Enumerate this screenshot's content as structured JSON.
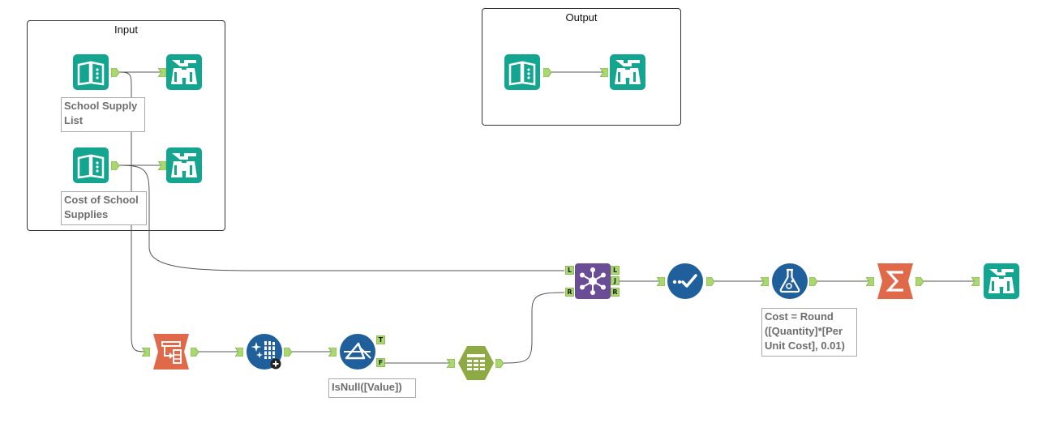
{
  "containers": {
    "input_title": "Input",
    "output_title": "Output"
  },
  "annotations": {
    "school_supply_list": "School Supply\nList",
    "cost_of_school_supplies": "Cost of School\nSupplies",
    "filter_expression": "IsNull([Value])",
    "formula_expression": "Cost = Round\n([Quantity]*[Per\nUnit Cost], 0.01)"
  },
  "anchor_labels": {
    "filter_true": "T",
    "filter_false": "F",
    "join_left_in": "L",
    "join_right_in": "R",
    "join_left_out": "L",
    "join_join_out": "J",
    "join_right_out": "R"
  },
  "tools": [
    {
      "id": "input-1",
      "icon": "input-data-icon"
    },
    {
      "id": "browse-1",
      "icon": "browse-icon"
    },
    {
      "id": "input-2",
      "icon": "input-data-icon"
    },
    {
      "id": "browse-2",
      "icon": "browse-icon"
    },
    {
      "id": "output-input",
      "icon": "input-data-icon"
    },
    {
      "id": "output-browse",
      "icon": "browse-icon"
    },
    {
      "id": "transpose",
      "icon": "transpose-icon"
    },
    {
      "id": "multi-row",
      "icon": "multi-row-formula-icon"
    },
    {
      "id": "filter",
      "icon": "filter-icon"
    },
    {
      "id": "select",
      "icon": "select-icon"
    },
    {
      "id": "join",
      "icon": "join-icon"
    },
    {
      "id": "check",
      "icon": "record-check-icon"
    },
    {
      "id": "formula",
      "icon": "formula-icon"
    },
    {
      "id": "summarize",
      "icon": "summarize-icon"
    },
    {
      "id": "final-browse",
      "icon": "browse-icon"
    }
  ],
  "colors": {
    "teal": "#13a590",
    "blue": "#1e5f9c",
    "olive": "#8eaa42",
    "purple": "#6b4c97",
    "salmon": "#e0694a",
    "anchor": "#a8d86e",
    "connection": "#555555"
  }
}
